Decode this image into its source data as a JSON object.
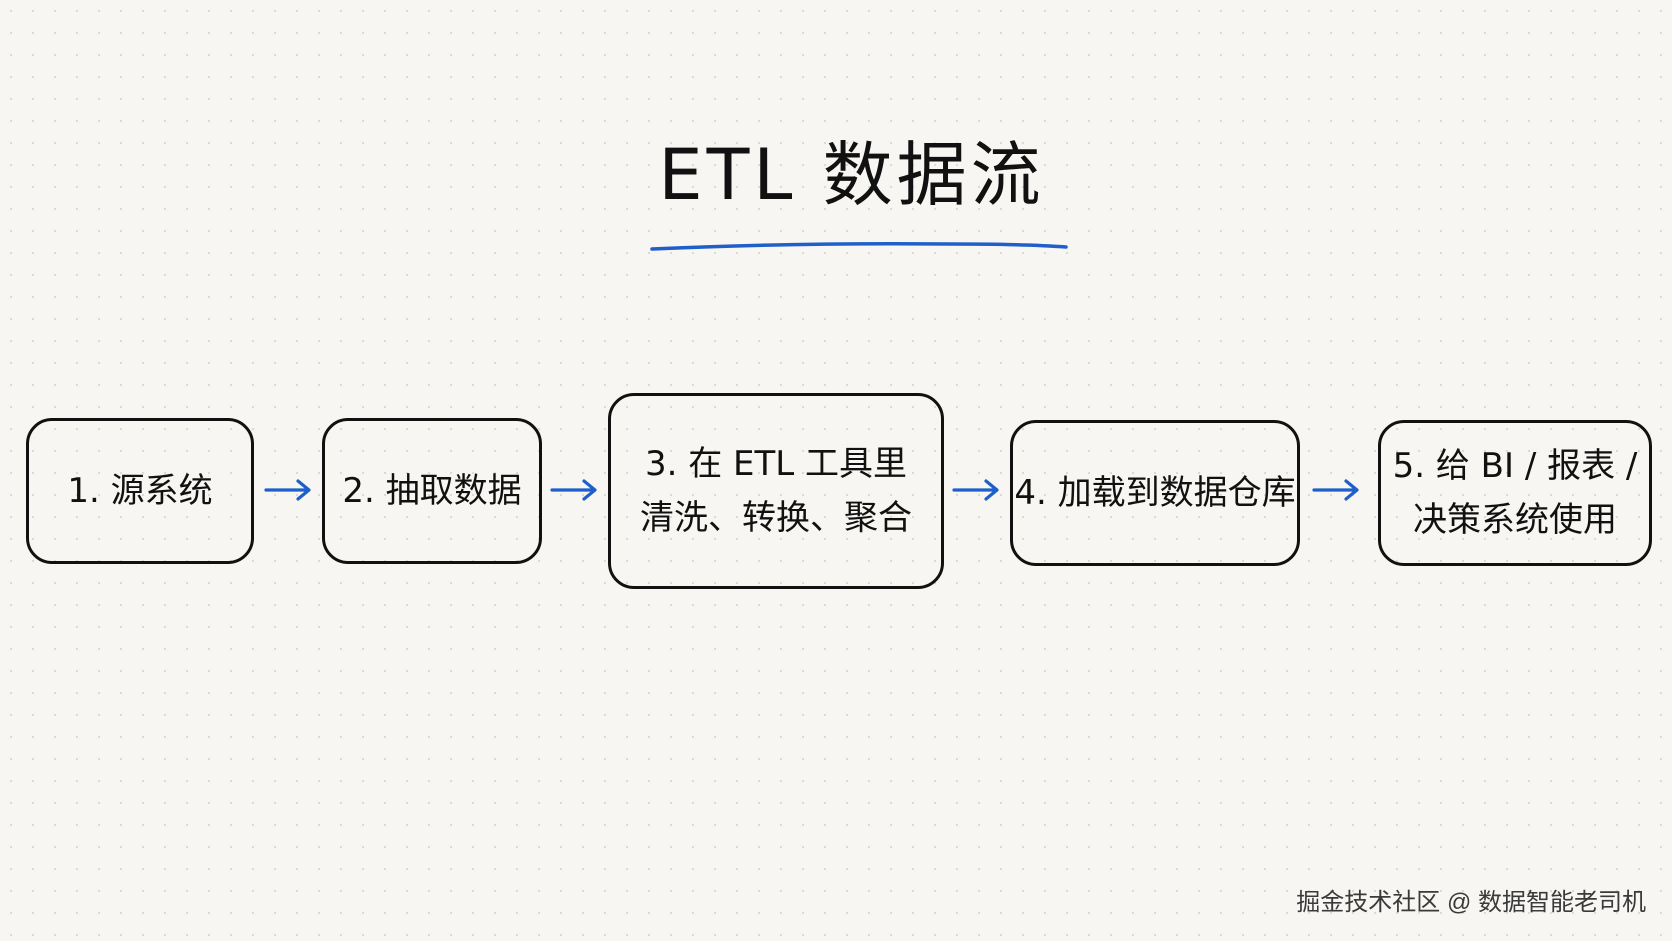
{
  "diagram": {
    "title": "ETL 数据流",
    "steps": [
      {
        "label": "1. 源系统"
      },
      {
        "label": "2. 抽取数据"
      },
      {
        "label": "3. 在 ETL 工具里\n清洗、转换、聚合"
      },
      {
        "label": "4. 加载到数据仓库"
      },
      {
        "label": "5. 给 BI / 报表 /\n决策系统使用"
      }
    ],
    "accent_color": "#1f5fc9",
    "stroke_color": "#111111"
  },
  "watermark": "掘金技术社区 @ 数据智能老司机"
}
